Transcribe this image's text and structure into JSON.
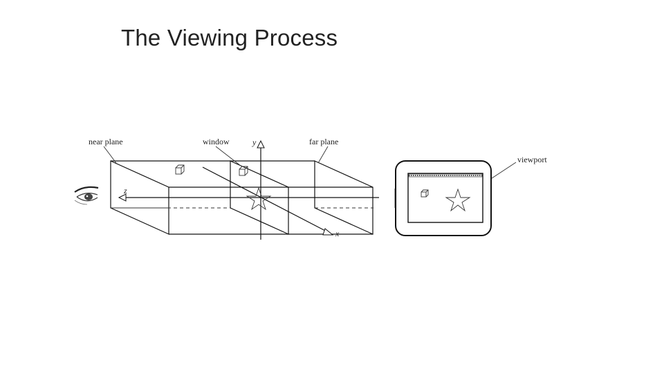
{
  "slide": {
    "title": "The Viewing Process"
  },
  "diagram": {
    "labels": {
      "near_plane": "near plane",
      "window": "window",
      "far_plane": "far plane",
      "viewport": "viewport",
      "axis_y": "y",
      "axis_z": "z",
      "axis_x": "x"
    }
  }
}
